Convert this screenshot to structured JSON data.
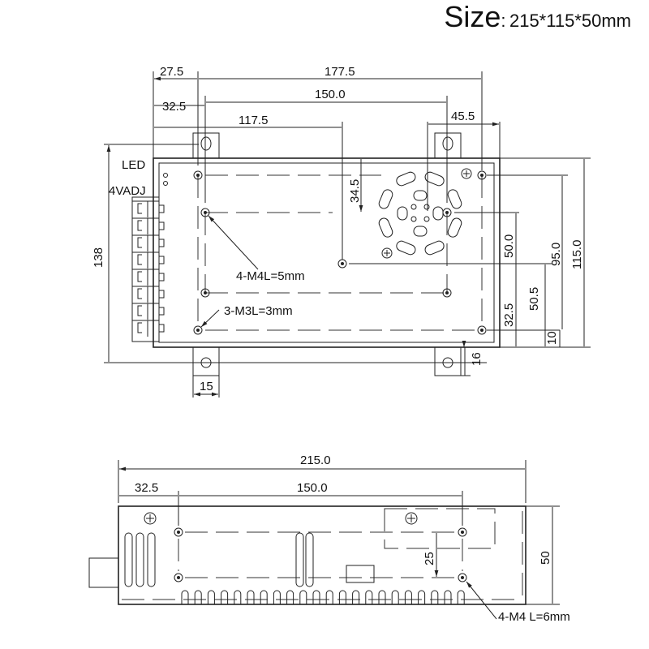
{
  "title": {
    "label": "Size",
    "colon": ":",
    "value": "215*115*50mm"
  },
  "top_view": {
    "dims": {
      "d27_5": "27.5",
      "d177_5": "177.5",
      "d150": "150.0",
      "d32_5": "32.5",
      "d117_5": "117.5",
      "d45_5": "45.5",
      "d138": "138",
      "d34_5": "34.5",
      "d50": "50.0",
      "d95": "95.0",
      "d115": "115.0",
      "d50_5": "50.5",
      "d32_5v": "32.5",
      "d10": "10",
      "d16": "16",
      "d15": "15"
    },
    "labels": {
      "led": "LED",
      "vadj": "4VADJ",
      "m4": "4-M4L=5mm",
      "m3": "3-M3L=3mm"
    }
  },
  "side_view": {
    "dims": {
      "d215": "215.0",
      "d32_5": "32.5",
      "d150": "150.0",
      "d25": "25",
      "d50": "50"
    },
    "labels": {
      "m4": "4-M4  L=6mm"
    }
  }
}
